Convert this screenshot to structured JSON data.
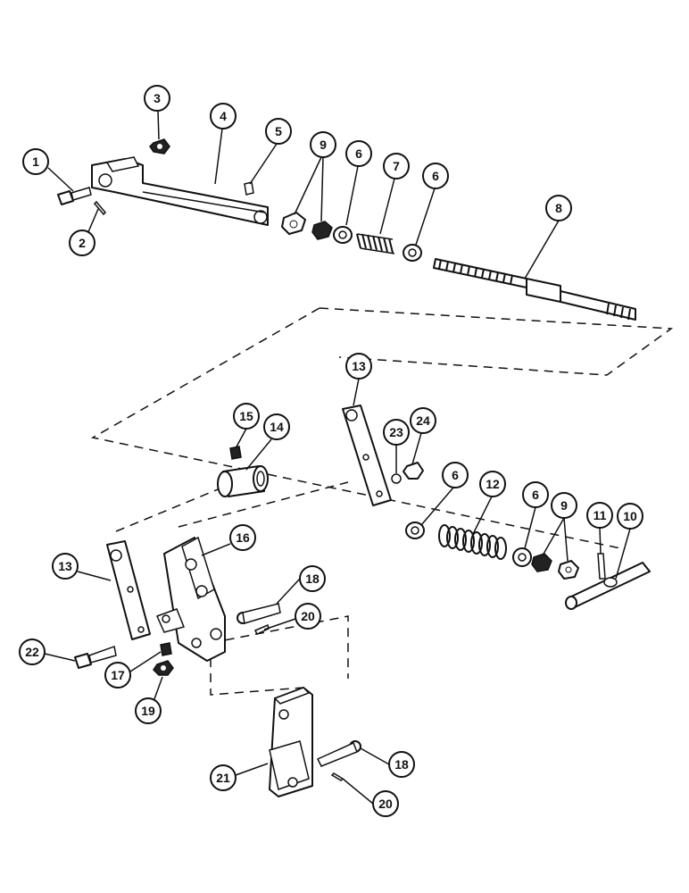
{
  "diagram": {
    "callouts": [
      {
        "id": "c1",
        "label": "1"
      },
      {
        "id": "c2",
        "label": "2"
      },
      {
        "id": "c3",
        "label": "3"
      },
      {
        "id": "c4",
        "label": "4"
      },
      {
        "id": "c5",
        "label": "5"
      },
      {
        "id": "c9a",
        "label": "9"
      },
      {
        "id": "c6a",
        "label": "6"
      },
      {
        "id": "c7",
        "label": "7"
      },
      {
        "id": "c6b",
        "label": "6"
      },
      {
        "id": "c8",
        "label": "8"
      },
      {
        "id": "c13a",
        "label": "13"
      },
      {
        "id": "c15",
        "label": "15"
      },
      {
        "id": "c14",
        "label": "14"
      },
      {
        "id": "c23",
        "label": "23"
      },
      {
        "id": "c24",
        "label": "24"
      },
      {
        "id": "c6c",
        "label": "6"
      },
      {
        "id": "c12",
        "label": "12"
      },
      {
        "id": "c6d",
        "label": "6"
      },
      {
        "id": "c9b",
        "label": "9"
      },
      {
        "id": "c11",
        "label": "11"
      },
      {
        "id": "c10",
        "label": "10"
      },
      {
        "id": "c13b",
        "label": "13"
      },
      {
        "id": "c16",
        "label": "16"
      },
      {
        "id": "c18a",
        "label": "18"
      },
      {
        "id": "c20a",
        "label": "20"
      },
      {
        "id": "c22",
        "label": "22"
      },
      {
        "id": "c17",
        "label": "17"
      },
      {
        "id": "c19",
        "label": "19"
      },
      {
        "id": "c21",
        "label": "21"
      },
      {
        "id": "c18b",
        "label": "18"
      },
      {
        "id": "c20b",
        "label": "20"
      }
    ]
  }
}
